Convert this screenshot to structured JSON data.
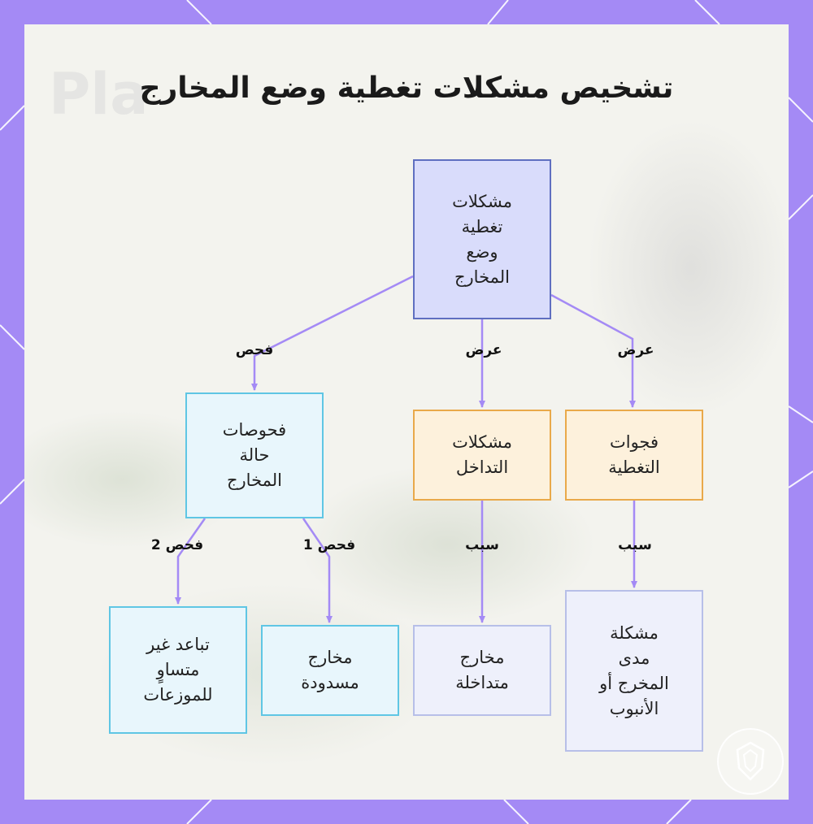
{
  "title": "تشخيص مشكلات تغطية وضع المخارج",
  "background_text": "Pla",
  "colors": {
    "frame": "#a48af5",
    "edge": "#a48af5",
    "root_fill": "#d9dcfb",
    "root_border": "#5f6fc0",
    "check_fill": "#e8f6fc",
    "check_border": "#5fc6e4",
    "display_fill": "#fdf1dc",
    "display_border": "#e9a94a",
    "cause_fill": "#eef0fb",
    "cause_border": "#b7bfe8"
  },
  "nodes": {
    "root": "مشكلات\nتغطية\nوضع\nالمخارج",
    "outlet_checks": "فحوصات\nحالة\nالمخارج",
    "overlap_problems": "مشكلات\nالتداخل",
    "coverage_gaps": "فجوات\nالتغطية",
    "uneven_spacing": "تباعد غير\nمتساوٍ\nللموزعات",
    "blocked_outlets": "مخارج\nمسدودة",
    "overlapping_outlets": "مخارج\nمتداخلة",
    "range_problem": "مشكلة\nمدى\nالمخرج أو\nالأنبوب"
  },
  "edge_labels": {
    "root_to_checks": "فحص",
    "root_to_overlap": "عرض",
    "root_to_gaps": "عرض",
    "checks_to_uneven": "فحص 2",
    "checks_to_blocked": "فحص 1",
    "overlap_to_overlapping": "سبب",
    "gaps_to_range": "سبب"
  },
  "logo_icon": "shield-emblem-icon"
}
